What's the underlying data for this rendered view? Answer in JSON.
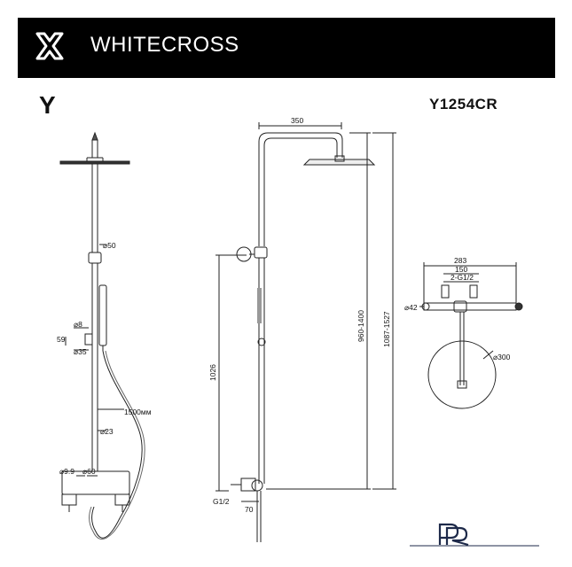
{
  "brand": {
    "name": "WHITECROSS",
    "logo_icon": "whitecross-x-logo-icon",
    "series": "Y",
    "model": "Y1254CR",
    "footer_logo_icon": "pr-monogram-logo-icon"
  },
  "front_view": {
    "dims": {
      "d50": "⌀50",
      "d8": "⌀8",
      "v59": "59",
      "d35": "⌀35",
      "hose": "1500мм",
      "d23": "⌀23",
      "d99": "⌀9.9",
      "d60": "⌀60"
    }
  },
  "side_view": {
    "dims": {
      "arm": "350",
      "h1026": "1026",
      "h960": "960-1400",
      "h1087": "1087-1527",
      "g12": "G1/2",
      "w70": "70"
    }
  },
  "top_view": {
    "dims": {
      "w283": "283",
      "w150": "150",
      "g2": "2-G1/2",
      "d42": "⌀42",
      "d300": "⌀300"
    }
  }
}
